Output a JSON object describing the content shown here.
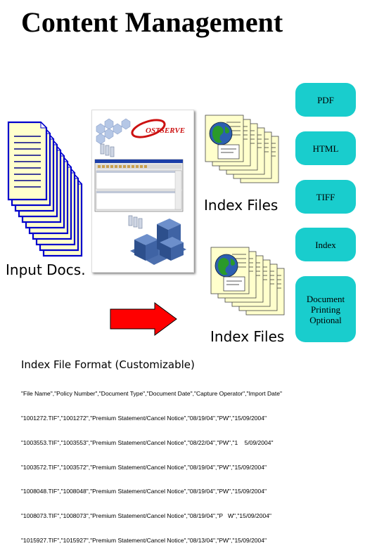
{
  "title": "Content Management",
  "labels": {
    "input_docs": "Input Docs.",
    "index_files_top": "Index Files",
    "index_files_bottom": "Index Files"
  },
  "outputs": [
    "PDF",
    "HTML",
    "TIFF",
    "Index",
    "Document Printing Optional"
  ],
  "logo_text": "OSTSERVE",
  "format": {
    "title": "Index File Format (Customizable)",
    "lines": [
      "\"File Name\",\"Policy Number\",\"Document Type\",\"Document Date\",\"Capture Operator\",\"Import Date\"",
      "\"1001272.TIF\",\"1001272\",\"Premium Statement/Cancel Notice\",\"08/19/04\",\"PW\",\"15/09/2004\"",
      "\"1003553.TIF\",\"1003553\",\"Premium Statement/Cancel Notice\",\"08/22/04\",\"PW\",\"1    5/09/2004\"",
      "\"1003572.TIF\",\"1003572\",\"Premium Statement/Cancel Notice\",\"08/19/04\",\"PW\",\"15/09/2004\"",
      "\"1008048.TIF\",\"1008048\",\"Premium Statement/Cancel Notice\",\"08/19/04\",\"PW\",\"15/09/2004\"",
      "\"1008073.TIF\",\"1008073\",\"Premium Statement/Cancel Notice\",\"08/19/04\",\"P   W\",\"15/09/2004\"",
      "\"1015927.TIF\",\"1015927\",\"Premium Statement/Cancel Notice\",\"08/13/04\",\"PW\",\"15/09/2004\""
    ]
  },
  "colors": {
    "pill": "#19cdcd",
    "arrow": "#ff0000",
    "doc_stack_border": "#0000cc",
    "index_file_paper": "#ffffcc"
  }
}
